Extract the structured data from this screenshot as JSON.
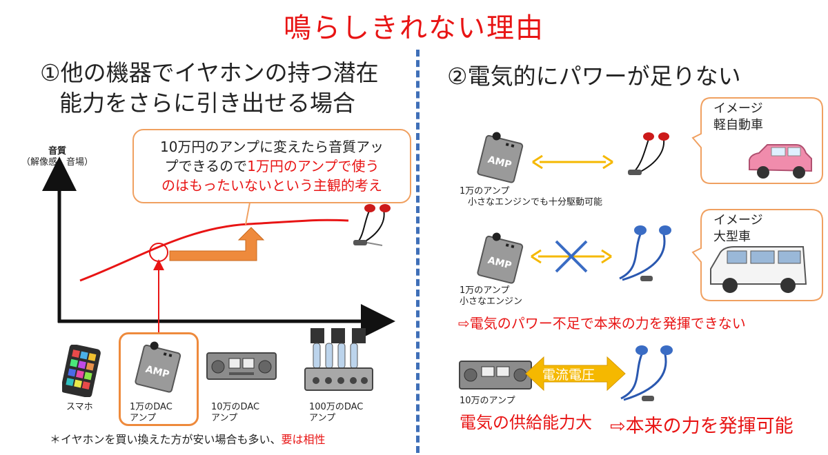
{
  "title": "鳴らしきれない理由",
  "left": {
    "heading_line1": "①他の機器でイヤホンの持つ潜在",
    "heading_line2": "能力をさらに引き出せる場合",
    "axis_title": "音質",
    "axis_sub": "（解像感、音場）",
    "callout_line1": "10万円のアンプに変えたら音質アッ",
    "callout_line2a": "プできるので",
    "callout_line2b": "1万円のアンプで使う",
    "callout_line3": "のはもったいないという主観的考え",
    "devices": [
      {
        "line1": "スマホ",
        "line2": ""
      },
      {
        "line1": "1万のDAC",
        "line2": "アンプ"
      },
      {
        "line1": "10万のDAC",
        "line2": "アンプ"
      },
      {
        "line1": "100万のDAC",
        "line2": "アンプ"
      }
    ],
    "note_a": "＊イヤホンを買い換えた方が安い場合も多い、",
    "note_b": "要は相性"
  },
  "right": {
    "heading": "②電気的にパワーが足りない",
    "row1_line1": "1万のアンプ",
    "row1_line2": "小さなエンジンでも十分駆動可能",
    "bubble1_line1": "イメージ",
    "bubble1_line2": "軽自動車",
    "row2_line1": "1万のアンプ",
    "row2_line2": "小さなエンジン",
    "bubble2_line1": "イメージ",
    "bubble2_line2": "大型車",
    "result1": "⇨電気のパワー不足で本来の力を発揮できない",
    "amp_label": "AMP",
    "current_label": "電流電圧",
    "row3_line1": "10万のアンプ",
    "result2": "電気の供給能力大",
    "result3": "⇨本来の力を発揮可能"
  },
  "colors": {
    "accent_red": "#e81414",
    "orange": "#ee8a3c",
    "divider_blue": "#3f6fb8",
    "double_arrow": "#f5b800",
    "callout_border": "#f0a060"
  }
}
